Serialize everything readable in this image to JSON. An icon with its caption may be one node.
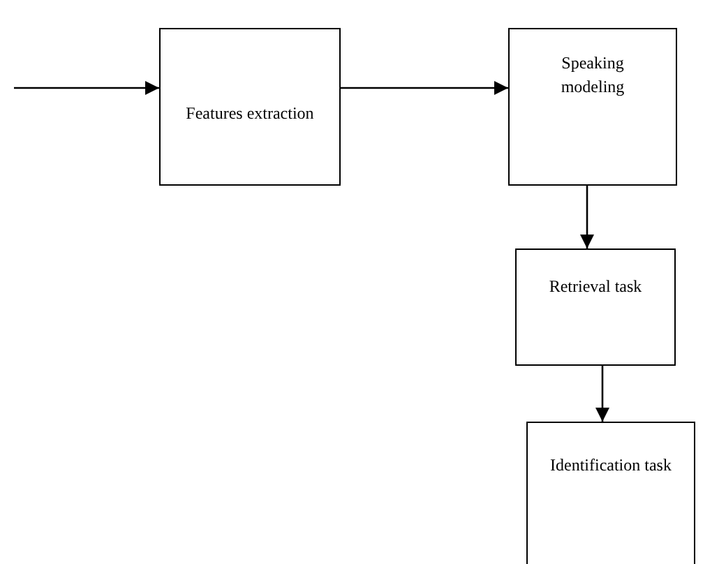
{
  "diagram": {
    "nodes": [
      {
        "text": [
          "Features extraction"
        ]
      },
      {
        "text": [
          "Speaking modeling"
        ]
      },
      {
        "text": [
          "Retrieval task"
        ]
      },
      {
        "text": [
          "Identification task"
        ]
      }
    ],
    "edges": [
      {
        "from": null,
        "to": 0,
        "arrow": "to"
      },
      {
        "from": 0,
        "to": 1,
        "arrow": "to"
      },
      {
        "from": 1,
        "to": 2,
        "arrow": "to"
      },
      {
        "from": 2,
        "to": 3,
        "arrow": "to"
      }
    ]
  }
}
